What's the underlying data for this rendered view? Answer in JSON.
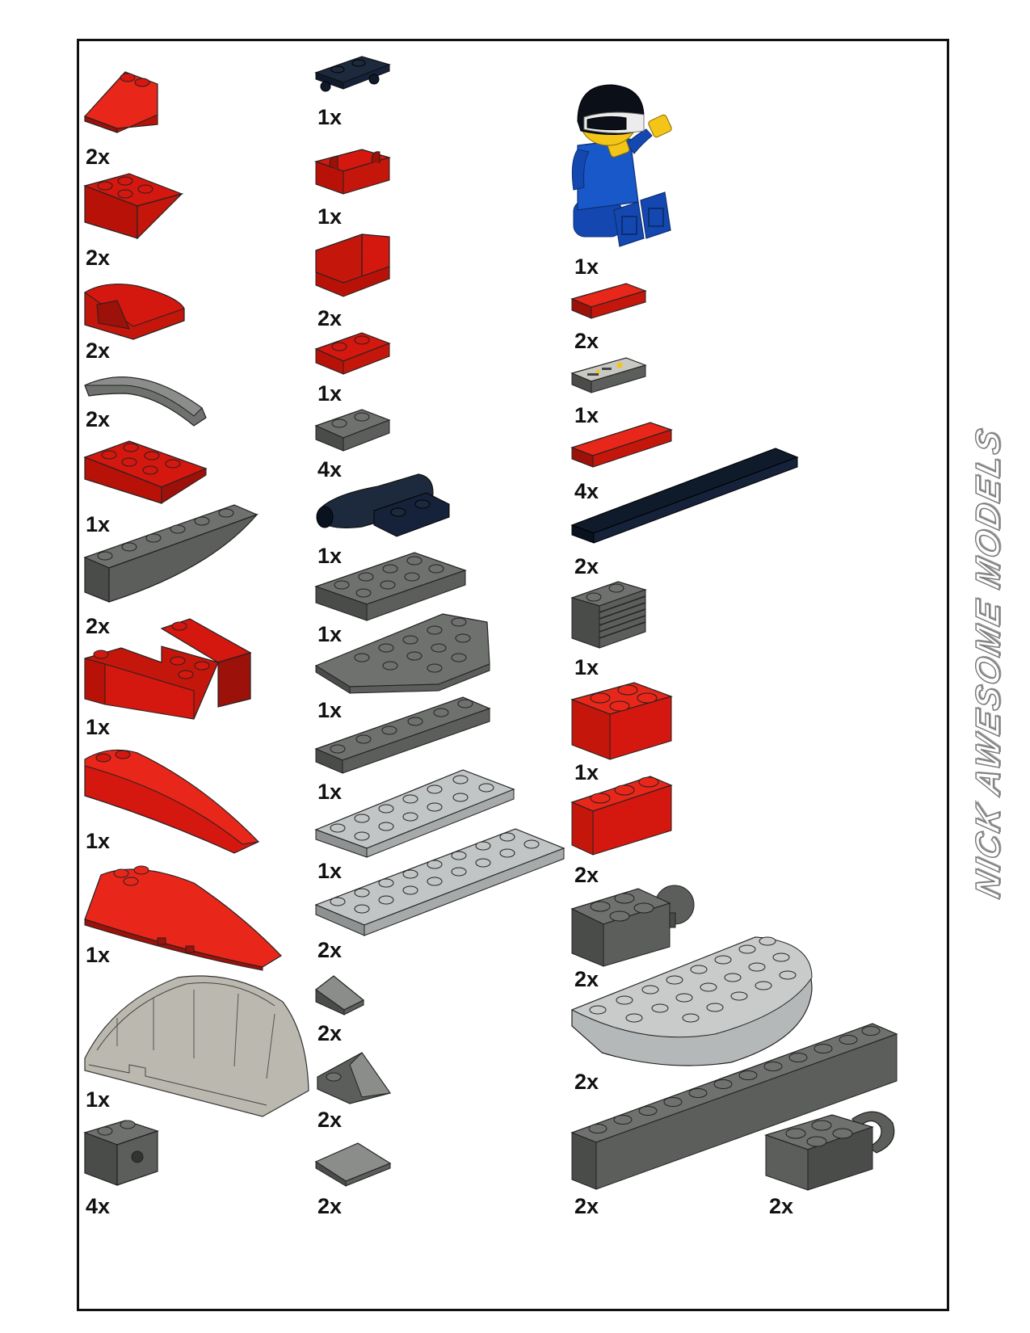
{
  "brand": {
    "text": "NICK AWESOME MODELS"
  },
  "colors": {
    "red": "#d4170f",
    "dark_gray": "#5c5e5b",
    "light_gray": "#b5b8b8",
    "black": "#0f1a2b",
    "blue": "#1448b0",
    "yellow": "#f3c518",
    "trans_black": "#6f6a5e"
  },
  "parts": [
    {
      "id": "p1",
      "name": "red-slope-2x1",
      "color": "red",
      "qty": "2x",
      "icon": "slope-icon"
    },
    {
      "id": "p2",
      "name": "red-inverted-slope-2x2",
      "color": "red",
      "qty": "2x",
      "icon": "slope-icon"
    },
    {
      "id": "p3",
      "name": "red-curved-slope-windshield",
      "color": "red",
      "qty": "2x",
      "icon": "curve-icon"
    },
    {
      "id": "p4",
      "name": "dark-gray-arch-curve",
      "color": "dark_gray",
      "qty": "2x",
      "icon": "arch-icon"
    },
    {
      "id": "p5",
      "name": "red-slope-3x2",
      "color": "red",
      "qty": "1x",
      "icon": "slope-icon"
    },
    {
      "id": "p6",
      "name": "dark-gray-wedge-brick-long",
      "color": "dark_gray",
      "qty": "2x",
      "icon": "wedge-icon"
    },
    {
      "id": "p7",
      "name": "red-wedge-3x4-cutout",
      "color": "red",
      "qty": "1x",
      "icon": "wedge-icon"
    },
    {
      "id": "p8",
      "name": "red-curved-wedge-long",
      "color": "red",
      "qty": "1x",
      "icon": "wedge-icon"
    },
    {
      "id": "p9",
      "name": "red-wedge-3x4-nose",
      "color": "red",
      "qty": "1x",
      "icon": "wedge-icon"
    },
    {
      "id": "p10",
      "name": "trans-black-canopy",
      "color": "trans_black",
      "qty": "1x",
      "icon": "canopy-icon"
    },
    {
      "id": "p11",
      "name": "dark-gray-technic-brick-1x1",
      "color": "dark_gray",
      "qty": "4x",
      "icon": "brick-icon"
    },
    {
      "id": "p12",
      "name": "black-plate-with-clips",
      "color": "black",
      "qty": "1x",
      "icon": "plate-icon"
    },
    {
      "id": "p13",
      "name": "red-plate-with-clip-holder",
      "color": "red",
      "qty": "1x",
      "icon": "plate-icon"
    },
    {
      "id": "p14",
      "name": "red-angle-plate-1x2",
      "color": "red",
      "qty": "2x",
      "icon": "bracket-icon"
    },
    {
      "id": "p15",
      "name": "red-plate-1x2",
      "color": "red",
      "qty": "1x",
      "icon": "plate-icon"
    },
    {
      "id": "p16",
      "name": "dark-gray-plate-1x2",
      "color": "dark_gray",
      "qty": "4x",
      "icon": "plate-icon"
    },
    {
      "id": "p17",
      "name": "black-jet-engine",
      "color": "black",
      "qty": "1x",
      "icon": "engine-icon"
    },
    {
      "id": "p18",
      "name": "dark-gray-plate-2x4",
      "color": "dark_gray",
      "qty": "1x",
      "icon": "plate-icon"
    },
    {
      "id": "p19",
      "name": "dark-gray-wedge-plate",
      "color": "dark_gray",
      "qty": "1x",
      "icon": "plate-icon"
    },
    {
      "id": "p20",
      "name": "dark-gray-plate-2x6",
      "color": "dark_gray",
      "qty": "1x",
      "icon": "plate-icon"
    },
    {
      "id": "p21",
      "name": "light-gray-plate-3x6",
      "color": "light_gray",
      "qty": "1x",
      "icon": "plate-icon"
    },
    {
      "id": "p22",
      "name": "light-gray-plate-3x8",
      "color": "light_gray",
      "qty": "2x",
      "icon": "plate-icon"
    },
    {
      "id": "p23",
      "name": "dark-gray-cheese-slope",
      "color": "dark_gray",
      "qty": "2x",
      "icon": "slope-icon"
    },
    {
      "id": "p24",
      "name": "dark-gray-slope-tall-1x1",
      "color": "dark_gray",
      "qty": "2x",
      "icon": "slope-icon"
    },
    {
      "id": "p25",
      "name": "dark-gray-tile-slope-2x1",
      "color": "dark_gray",
      "qty": "2x",
      "icon": "slope-icon"
    },
    {
      "id": "p26",
      "name": "pilot-minifigure",
      "color": "blue",
      "qty": "1x",
      "icon": "minifig-icon"
    },
    {
      "id": "p27",
      "name": "red-tile-1x2",
      "color": "red",
      "qty": "2x",
      "icon": "tile-icon"
    },
    {
      "id": "p28",
      "name": "dark-gray-printed-tile",
      "color": "dark_gray",
      "qty": "1x",
      "icon": "tile-icon"
    },
    {
      "id": "p29",
      "name": "red-tile-1x3",
      "color": "red",
      "qty": "4x",
      "icon": "tile-icon"
    },
    {
      "id": "p30",
      "name": "black-tile-1x10",
      "color": "black",
      "qty": "2x",
      "icon": "tile-icon"
    },
    {
      "id": "p31",
      "name": "dark-gray-grille-brick",
      "color": "dark_gray",
      "qty": "1x",
      "icon": "brick-icon"
    },
    {
      "id": "p32",
      "name": "red-brick-2x2",
      "color": "red",
      "qty": "1x",
      "icon": "brick-icon"
    },
    {
      "id": "p33",
      "name": "red-brick-1x2",
      "color": "red",
      "qty": "2x",
      "icon": "brick-icon"
    },
    {
      "id": "p34",
      "name": "dark-gray-ball-joint-brick",
      "color": "dark_gray",
      "qty": "2x",
      "icon": "brick-icon"
    },
    {
      "id": "p35",
      "name": "light-gray-half-round-plate",
      "color": "light_gray",
      "qty": "2x",
      "icon": "plate-icon"
    },
    {
      "id": "p36",
      "name": "dark-gray-brick-1x12",
      "color": "dark_gray",
      "qty": "2x",
      "icon": "brick-icon"
    },
    {
      "id": "p37",
      "name": "dark-gray-socket-brick",
      "color": "dark_gray",
      "qty": "2x",
      "icon": "brick-icon"
    }
  ]
}
